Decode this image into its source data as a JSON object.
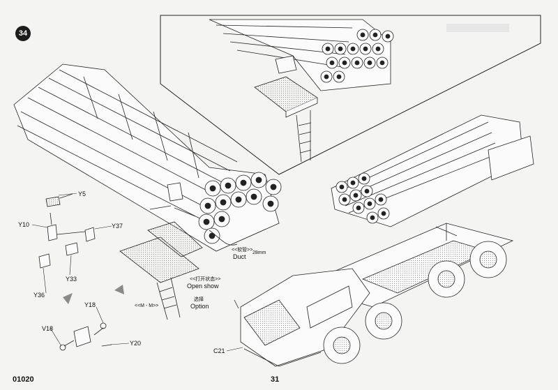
{
  "step_number": "34",
  "footer": {
    "catalog_number": "01020",
    "page_number": "31"
  },
  "parts": {
    "y5": "Y5",
    "y10": "Y10",
    "y37": "Y37",
    "y33": "Y33",
    "y36": "Y36",
    "y18_top": "Y18",
    "y18_left": "V18",
    "y20": "Y20",
    "c21": "C21"
  },
  "annotations": {
    "duct_cn": "<<软管>>",
    "duct_en": "Duct",
    "duct_length": "28mm",
    "section": "<<M - M>>",
    "open_show_cn": "<<打开状态>>",
    "open_show_en": "Open show",
    "option_cn": "选择",
    "option_en": "Option"
  },
  "colors": {
    "ink": "#1a1a1a",
    "paper": "#f4f4f2",
    "dot": "#e9e9e9"
  }
}
